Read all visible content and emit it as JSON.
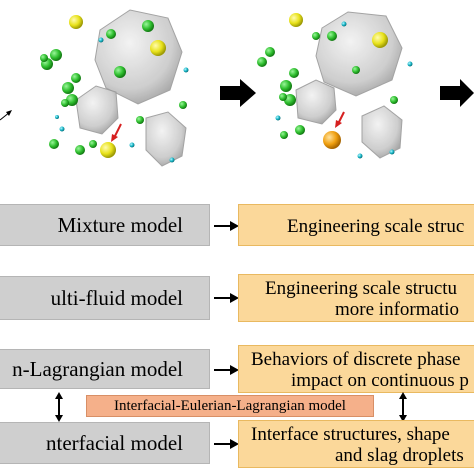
{
  "models": [
    {
      "id": "mixture",
      "label": "Mixture model"
    },
    {
      "id": "multi-fluid",
      "label": "ulti-fluid model"
    },
    {
      "id": "euler-lagrange",
      "label": "n-Lagrangian  model"
    },
    {
      "id": "interfacial",
      "label": "nterfacial model"
    }
  ],
  "results": [
    {
      "lines": [
        "Engineering scale struc"
      ]
    },
    {
      "lines": [
        "Engineering scale structu",
        "more informatio"
      ]
    },
    {
      "lines": [
        "Behaviors of discrete phase",
        "impact on continuous p"
      ]
    },
    {
      "lines": [
        "Interface structures, shape",
        "and slag droplets"
      ]
    }
  ],
  "bridge_label": "Interfacial-Eulerian-Lagrangian model",
  "colors": {
    "model_box": "#cfcfcf",
    "result_box": "#fbd89a",
    "bridge_box": "#f5b08a",
    "particle_green": "#2fbf2f",
    "particle_yellow": "#e8e21a",
    "particle_cyan": "#16b7c7",
    "particle_orange": "#f0a010",
    "droplet_gray": "#c8c8c8",
    "marker_red": "#d62020"
  }
}
